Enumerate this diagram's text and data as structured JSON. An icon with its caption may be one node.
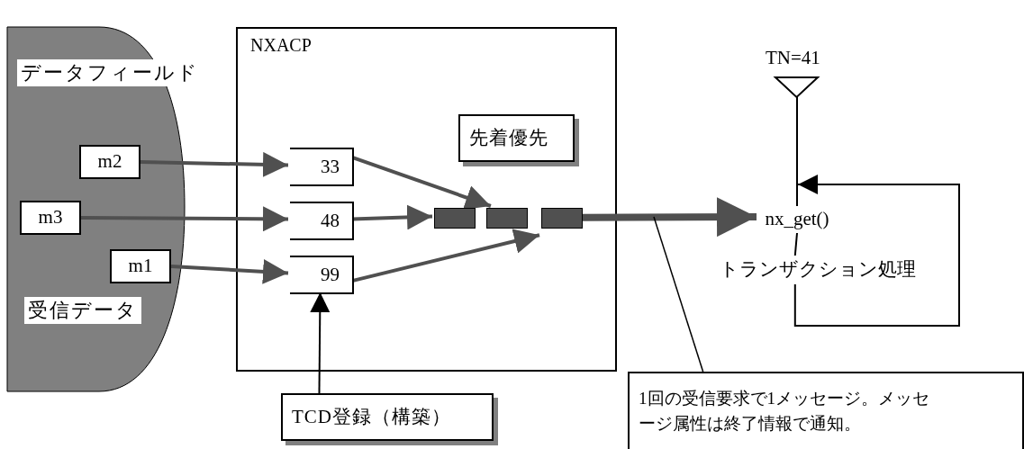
{
  "diagram": {
    "nodes": [
      {
        "text": [
          "データフィールド",
          "受信データ"
        ]
      },
      {
        "text": [
          "m2"
        ],
        "in": 0
      },
      {
        "text": [
          "m3"
        ],
        "in": 0
      },
      {
        "text": [
          "m1"
        ],
        "in": 0
      },
      {
        "text": [
          "NXACP"
        ]
      },
      {
        "text": [
          "33"
        ],
        "in": 4
      },
      {
        "text": [
          "48"
        ],
        "in": 4
      },
      {
        "text": [
          "99"
        ],
        "in": 4
      },
      {
        "text": [
          "先着優先"
        ],
        "in": 4
      },
      {
        "text": [],
        "shape": "bar",
        "in": 4
      },
      {
        "text": [],
        "shape": "bar",
        "in": 4
      },
      {
        "text": [],
        "shape": "bar",
        "in": 4
      },
      {
        "text": [
          "nx_get()"
        ]
      },
      {
        "text": [
          "トランザクション処理"
        ]
      },
      {
        "text": [
          "TN=41"
        ]
      },
      {
        "text": [
          "TCD登録（構築）"
        ]
      },
      {
        "text": [
          "1回の受信要求で1メッセージ。メッセージ属性は終了情報で通知。"
        ]
      }
    ],
    "edges": [
      {
        "from": 1,
        "to": 5,
        "arrow": "to"
      },
      {
        "from": 2,
        "to": 6,
        "arrow": "to"
      },
      {
        "from": 3,
        "to": 7,
        "arrow": "to"
      },
      {
        "from": 5,
        "to": 10,
        "arrow": "to"
      },
      {
        "from": 6,
        "to": 9,
        "arrow": "to"
      },
      {
        "from": 7,
        "to": 11,
        "arrow": "to"
      },
      {
        "from": 11,
        "to": 12,
        "arrow": "to",
        "style": "thick"
      },
      {
        "from": 15,
        "to": 7,
        "arrow": "to",
        "color": "#000000"
      },
      {
        "from": 14,
        "to": 12,
        "arrow": "none",
        "color": "#000000"
      },
      {
        "from": 12,
        "to": 13,
        "arrow": "none",
        "color": "#000000"
      },
      {
        "from": 13,
        "to": 12,
        "arrow": "to",
        "color": "#000000"
      },
      {
        "from": 16,
        "to": null,
        "arrow": "none",
        "color": "#000000"
      }
    ]
  }
}
